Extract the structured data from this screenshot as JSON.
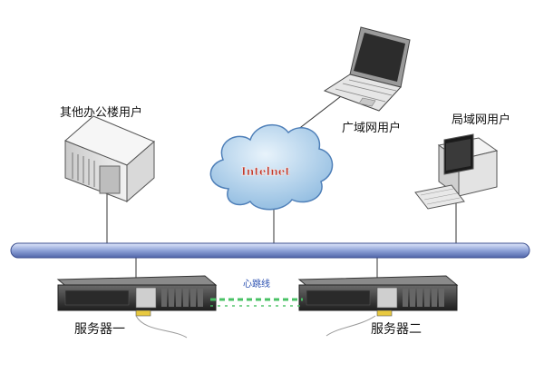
{
  "labels": {
    "other_building_users": "其他办公楼用户",
    "wan_users": "广域网用户",
    "lan_users": "局域网用户",
    "internet": "Intelnet",
    "heartbeat": "心跳线",
    "server_one": "服务器一",
    "server_two": "服务器二"
  },
  "colors": {
    "backbone": "#8fa3d8",
    "cloud": "#b3d4ee",
    "heartbeat": "#49c265",
    "heartbeat_label": "#2a4fb0"
  }
}
